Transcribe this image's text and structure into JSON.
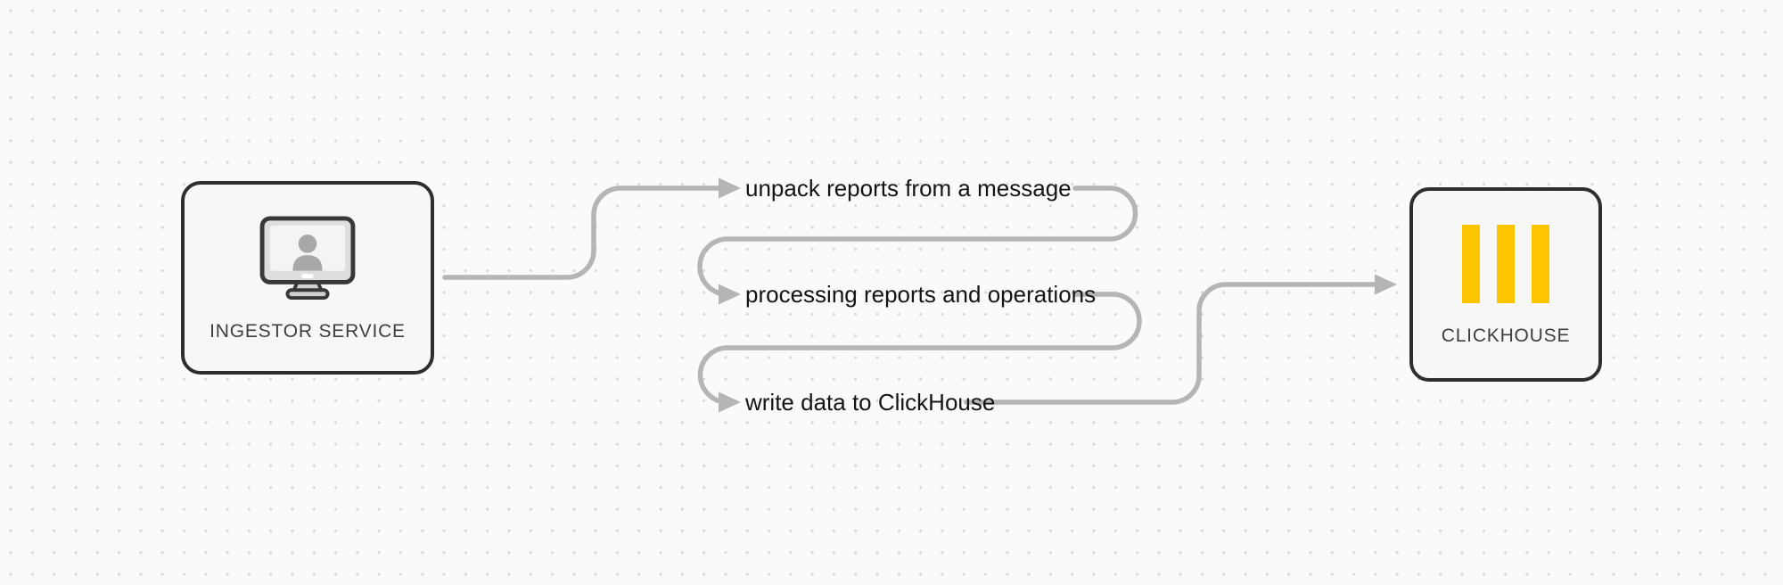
{
  "diagram": {
    "nodes": {
      "ingestor": {
        "label": "INGESTOR SERVICE",
        "icon": "user-monitor-icon"
      },
      "clickhouse": {
        "label": "CLICKHOUSE",
        "icon": "clickhouse-bars-icon",
        "bar_count": 3
      }
    },
    "steps": [
      {
        "label": "unpack reports from a message"
      },
      {
        "label": "processing reports and operations"
      },
      {
        "label": "write data to ClickHouse"
      }
    ],
    "flow": [
      "INGESTOR SERVICE -> unpack reports from a message",
      "unpack reports from a message -> processing reports and operations",
      "processing reports and operations -> write data to ClickHouse",
      "write data to ClickHouse -> CLICKHOUSE"
    ],
    "colors": {
      "background": "#fafaf8",
      "dot": "#d9d9d7",
      "arrow": "#b5b5b5",
      "node_fill": "#f7f7f5",
      "node_border": "#2e2e2e",
      "node_label_text": "#3f3f3f",
      "label_text": "#141414",
      "clickhouse_yellow": "#fdc400"
    }
  }
}
